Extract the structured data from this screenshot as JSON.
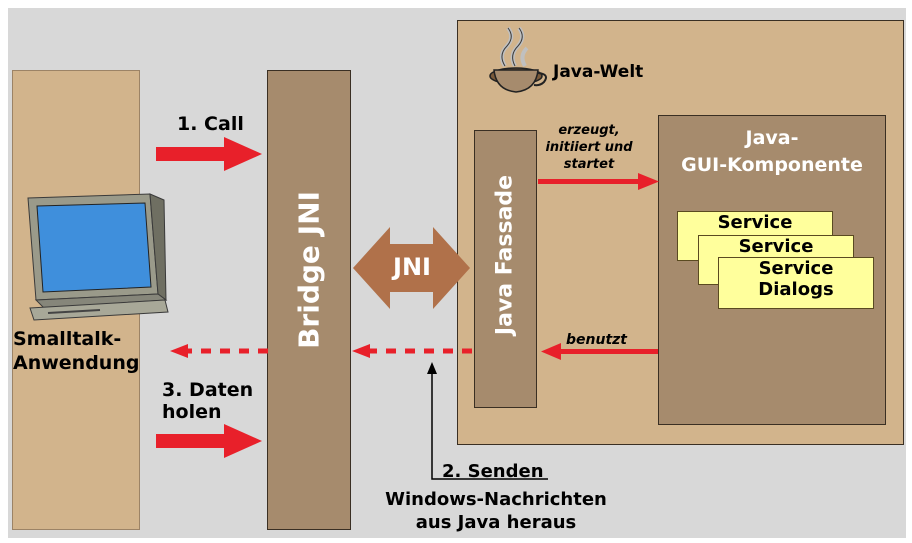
{
  "labels": {
    "java_welt": "Java-Welt",
    "call": "1. Call",
    "bridge": "Bridge JNI",
    "jni": "JNI",
    "fassade": "Java Fassade",
    "erzeugt": [
      "erzeugt,",
      "initiiert und",
      "startet"
    ],
    "gui": [
      "Java-",
      "GUI-Komponente"
    ],
    "services": [
      "Service",
      "Service",
      [
        "Service",
        "Dialogs"
      ]
    ],
    "benutzt": "benutzt",
    "smalltalk": [
      "Smalltalk-",
      "Anwendung"
    ],
    "daten_holen": [
      "3. Daten",
      "holen"
    ],
    "senden": "2. Senden",
    "nachrichten": [
      "Windows-Nachrichten",
      "aus Java heraus"
    ]
  },
  "colors": {
    "arrow_red": "#e8202a",
    "jni_arrow": "#b0714a",
    "panel_light": "#d2b48c",
    "panel_dark": "#a68b6d",
    "service_yellow": "#ffff9c",
    "background": "#d8d8d8"
  },
  "icons": [
    "computer-icon",
    "java-coffee-cup-icon"
  ]
}
